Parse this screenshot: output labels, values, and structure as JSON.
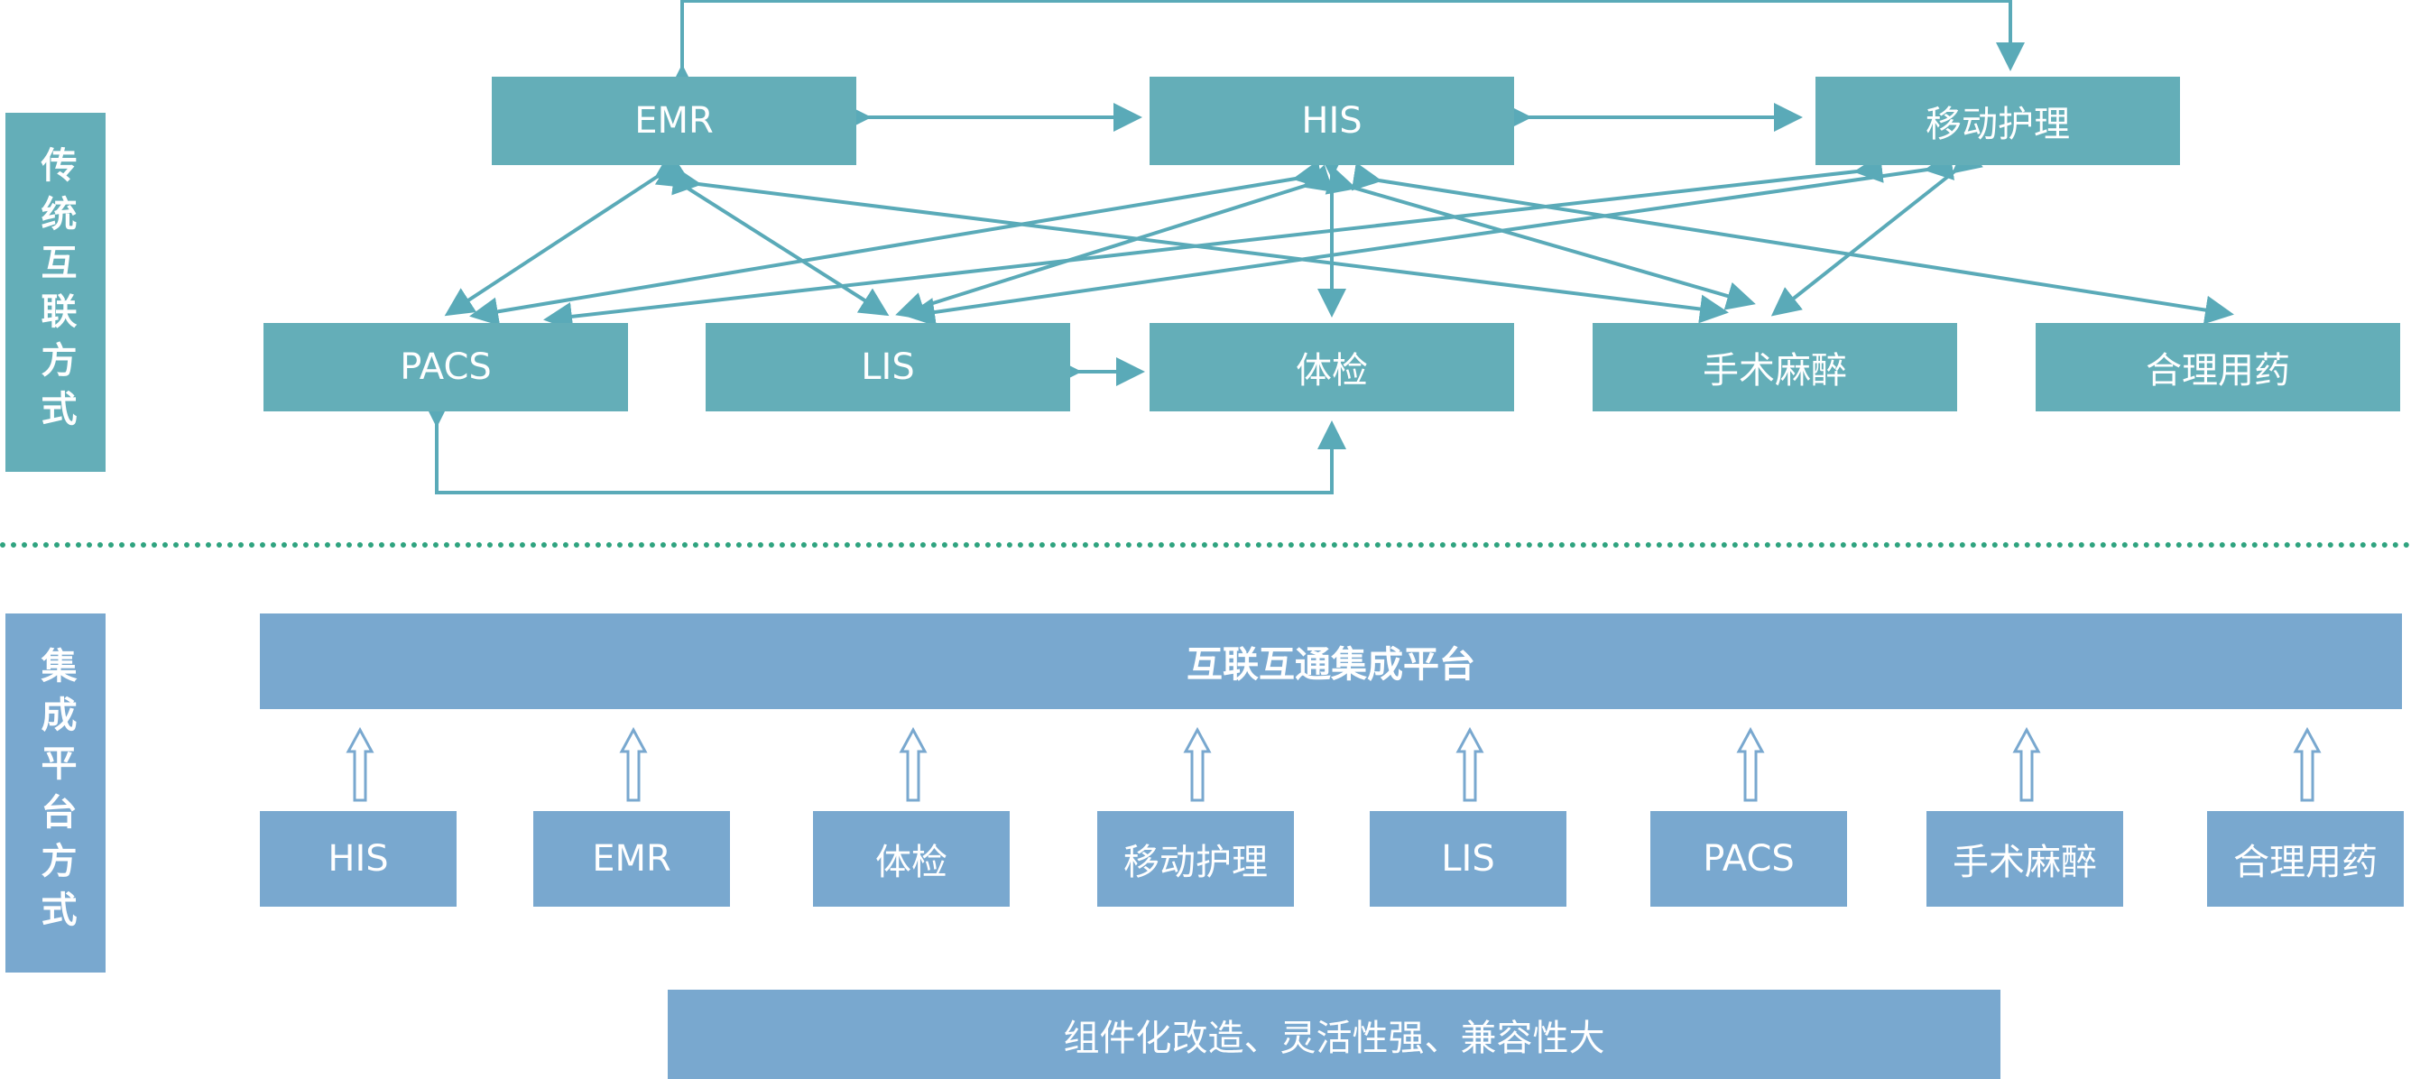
{
  "traditional": {
    "label": "传统互联方式",
    "nodes": {
      "emr": "EMR",
      "his": "HIS",
      "mobile_nursing": "移动护理",
      "pacs": "PACS",
      "lis": "LIS",
      "checkup": "体检",
      "surgery_anesthesia": "手术麻醉",
      "rational_drug_use": "合理用药"
    }
  },
  "integration": {
    "label": "集成平台方式",
    "platform_title": "互联互通集成平台",
    "systems": [
      "HIS",
      "EMR",
      "体检",
      "移动护理",
      "LIS",
      "PACS",
      "手术麻醉",
      "合理用药"
    ],
    "footer": "组件化改造、灵活性强、兼容性大"
  },
  "colors": {
    "teal": "#64aeb8",
    "blue": "#79a8cf",
    "divider": "#2fa37f",
    "arrow": "#5aaab8"
  }
}
